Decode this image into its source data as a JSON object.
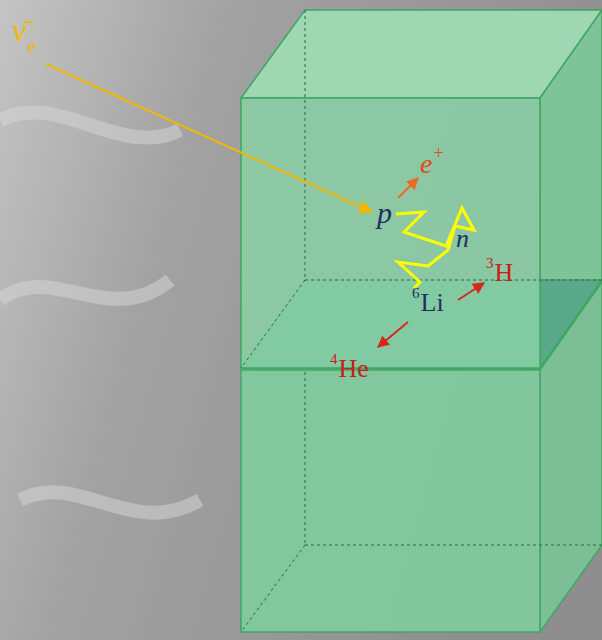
{
  "diagram": {
    "labels": [
      "ν̄",
      "e",
      "e",
      "+",
      "p",
      "n",
      "6",
      "Li",
      "3",
      "H",
      "4",
      "He"
    ]
  }
}
